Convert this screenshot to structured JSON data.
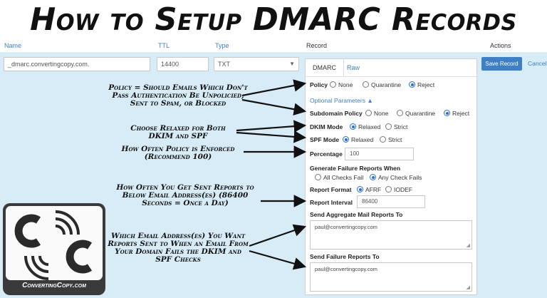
{
  "banner": {
    "title": "How to Setup DMARC Records"
  },
  "columns": {
    "name": "Name",
    "ttl": "TTL",
    "type": "Type",
    "record": "Record",
    "actions": "Actions"
  },
  "row": {
    "name_value": "_dmarc.convertingcopy.com.",
    "ttl_value": "14400",
    "type_value": "TXT"
  },
  "buttons": {
    "save": "Save Record",
    "cancel": "Cancel"
  },
  "tabs": {
    "dmarc": "DMARC",
    "raw": "Raw"
  },
  "form": {
    "policy_label": "Policy",
    "policy_options": [
      "None",
      "Quarantine",
      "Reject"
    ],
    "policy_selected": "Reject",
    "optional_params": "Optional Parameters",
    "subdomain_label": "Subdomain Policy",
    "subdomain_options": [
      "None",
      "Quarantine",
      "Reject"
    ],
    "subdomain_selected": "Reject",
    "dkim_label": "DKIM Mode",
    "dkim_options": [
      "Relaxed",
      "Strict"
    ],
    "spf_label": "SPF Mode",
    "spf_options": [
      "Relaxed",
      "Strict"
    ],
    "percentage_label": "Percentage",
    "percentage_value": "100",
    "failure_when_label": "Generate Failure Reports When",
    "failure_options": [
      "All Checks Fail",
      "Any Check Fails"
    ],
    "report_format_label": "Report Format",
    "report_format_options": [
      "AFRF",
      "IODEF"
    ],
    "report_interval_label": "Report Interval",
    "report_interval_value": "86400",
    "aggregate_label": "Send Aggregate Mail Reports To",
    "aggregate_value": "paul@convertingcopy.com",
    "failure_to_label": "Send Failure Reports To",
    "failure_to_value": "paul@convertingcopy.com"
  },
  "annotations": {
    "a1": "Policy = Should Emails Which Don't Pass Authentication Be Unpolicied, Sent to Spam, or Blocked",
    "a2": "Choose Relaxed for Both DKIM and SPF",
    "a3": "How Often Policy is Enforced (Recommend 100)",
    "a4": "How Often You Get Sent Reports to Below Email Address(es) (86400 Seconds = Once a Day)",
    "a5": "Which Email Address(es) You Want Reports Sent to When an Email From Your Domain Fails the DKIM and SPF Checks"
  },
  "logo": {
    "text": "ConvertingCopy.com"
  },
  "colors": {
    "accent": "#3f7fc4",
    "panel_bg": "#d8ecf7",
    "radio_on": "#2a6fd1"
  }
}
